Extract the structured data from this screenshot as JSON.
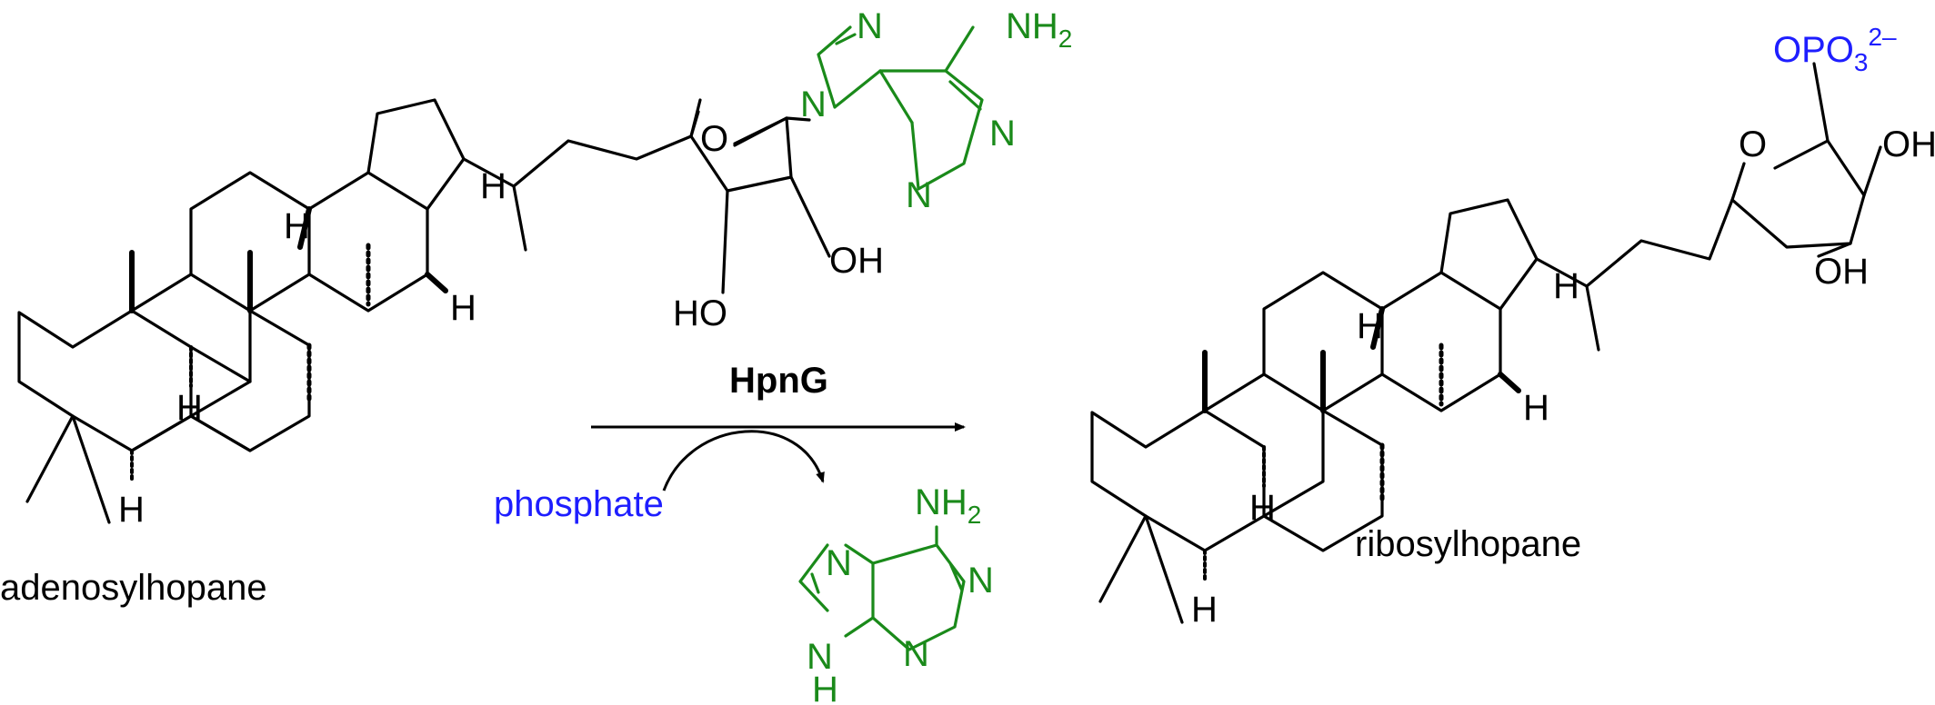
{
  "colors": {
    "bond": "#000000",
    "adenine": "#1a8a1a",
    "phosphate": "#1e1eff"
  },
  "labels": {
    "substrate_name": "adenosylhopane",
    "product_name": "ribosylhopane",
    "enzyme": "HpnG",
    "cosubstrate": "phosphate",
    "atom_H": "H",
    "atom_HO": "HO",
    "atom_OH": "OH",
    "atom_O": "O",
    "atom_N": "N",
    "atom_NH2_main": "NH",
    "subscript_2": "2",
    "subscript_3": "3",
    "phosphate_group_main": "OPO",
    "phosphate_charge": "2–"
  }
}
